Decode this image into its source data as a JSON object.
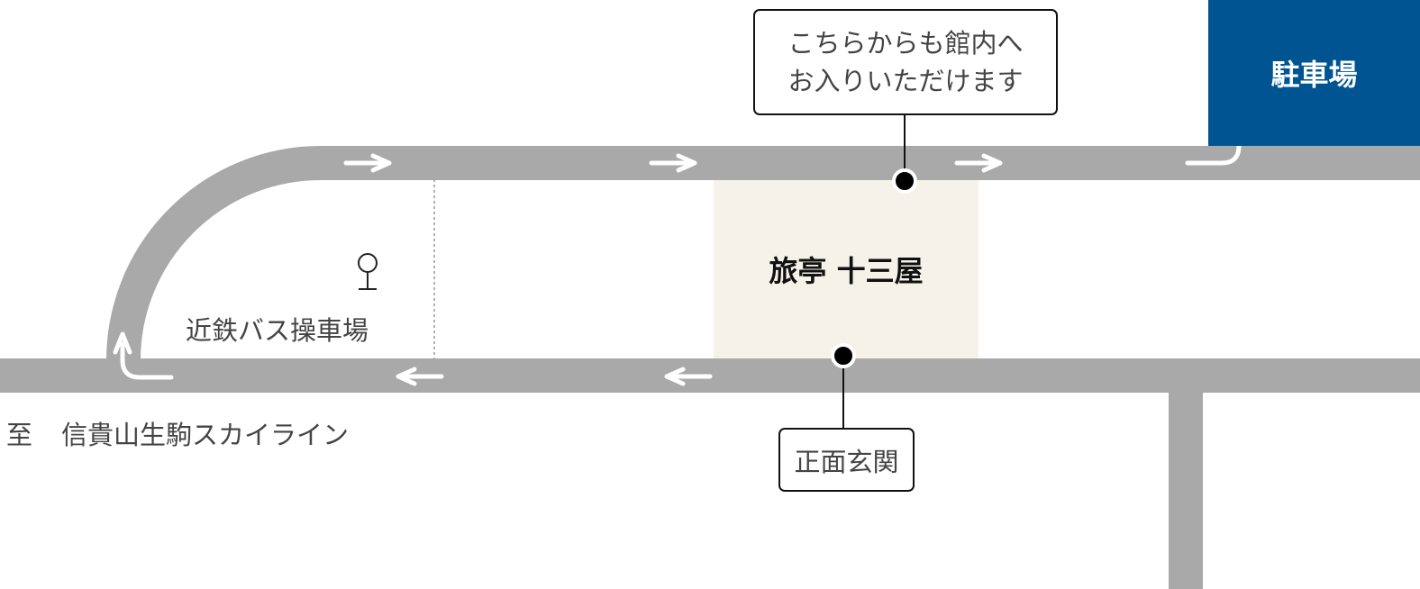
{
  "colors": {
    "road": "#a9a9a9",
    "arrow": "#ffffff",
    "parking": "#005492",
    "ryokan_area": "#f5f3e9",
    "callout_border": "#111111",
    "text": "#444444",
    "marker": "#000000",
    "divider": "#999999"
  },
  "labels": {
    "parking": "駐車場",
    "ryokan_name": "旅亭 十三屋",
    "bus_depot": "近鉄バス操車場",
    "destination_prefix": "至",
    "destination": "信貴山生駒スカイライン"
  },
  "callouts": {
    "side_entrance": {
      "line1": "こちらからも館内へ",
      "line2": "お入りいただけます"
    },
    "main_entrance": {
      "text": "正面玄関"
    }
  },
  "icons": {
    "bus_stop": "bus-stop-icon",
    "marker": "entrance-marker-icon",
    "arrow": "direction-arrow-icon"
  }
}
